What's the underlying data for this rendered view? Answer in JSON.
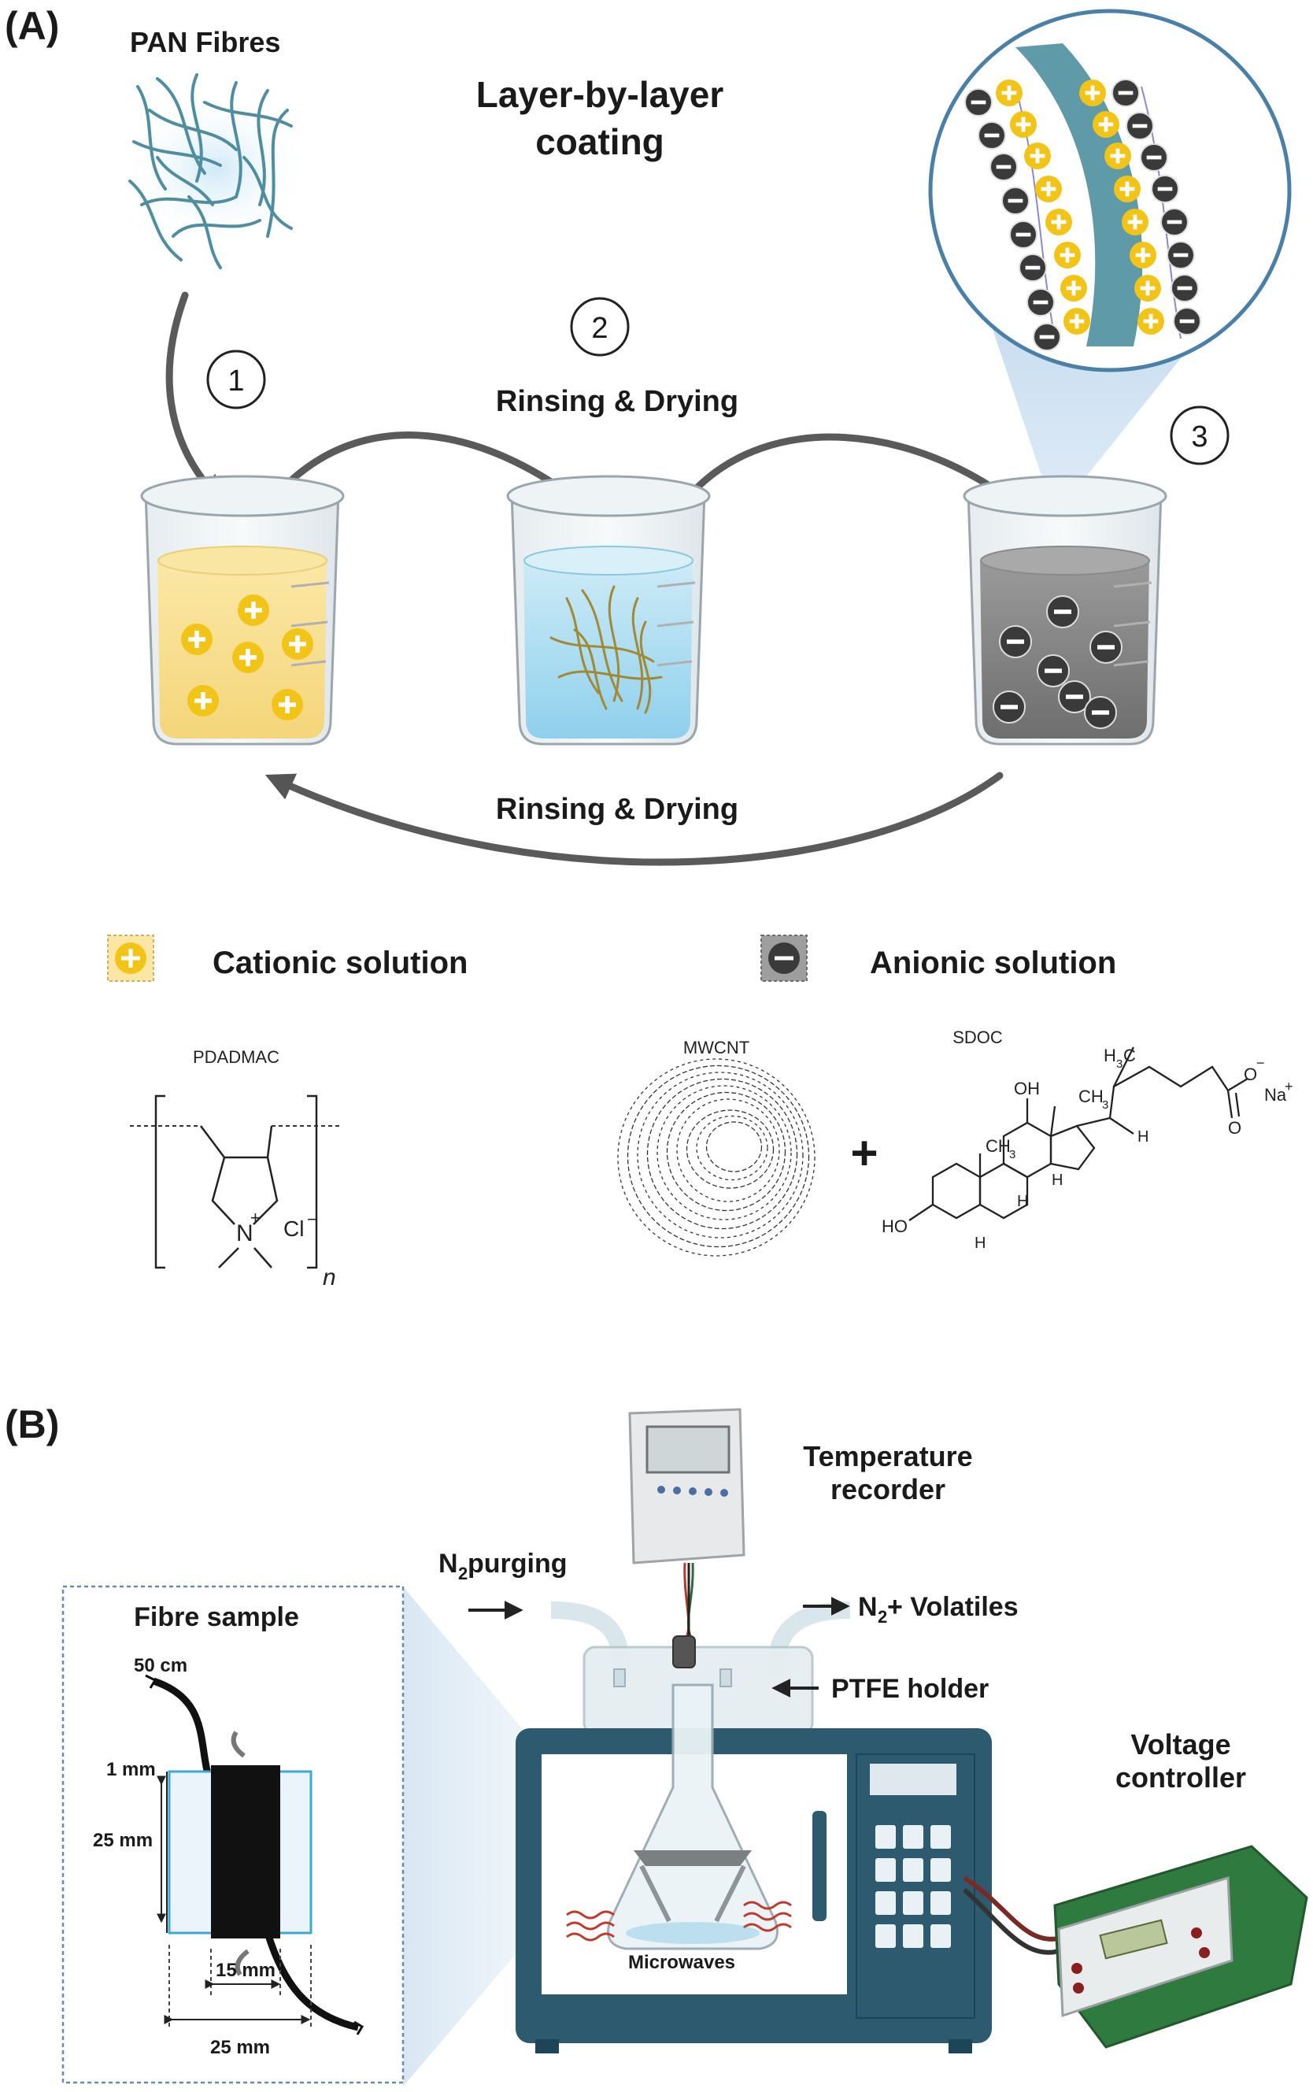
{
  "panel_a": {
    "tag": "(A)",
    "fibres_label": "PAN Fibres",
    "title_line1": "Layer-by-layer",
    "title_line2": "coating",
    "step1": "1",
    "step2": "2",
    "step3": "3",
    "rinse_top": "Rinsing & Drying",
    "rinse_bottom": "Rinsing & Drying",
    "legend_cationic": "Cationic solution",
    "legend_anionic": "Anionic solution",
    "cationic_colour": "#f2c418",
    "anionic_colour": "#3a3a3a",
    "pdadmac": {
      "name": "PDADMAC",
      "n_plus": "N",
      "charge": "+",
      "counter": "Cl",
      "counter_charge": "−",
      "n": "n"
    },
    "mwcnt": "MWCNT",
    "plus": "+",
    "sdoc": {
      "name": "SDOC",
      "h3c": "H",
      "h3c_sub": "3",
      "h3c_c": "C",
      "oh_top": "OH",
      "ch3_a": "CH",
      "ch3_a_sub": "3",
      "ch3_b": "CH",
      "ch3_b_sub": "3",
      "o_minus": "O",
      "o_minus_charge": "−",
      "o_eq": "O",
      "na": "Na",
      "na_charge": "+",
      "h1": "H",
      "h2": "H",
      "h3": "H",
      "h4": "H",
      "ho": "HO"
    }
  },
  "panel_b": {
    "tag": "(B)",
    "temp_line1": "Temperature",
    "temp_line2": "recorder",
    "n2_purging": "N",
    "n2_purging_sub": "2",
    "n2_purging_rest": " purging",
    "n2_out": "N",
    "n2_out_sub": "2",
    "n2_out_rest": " + Volatiles",
    "ptfe": "PTFE holder",
    "voltage_line1": "Voltage",
    "voltage_line2": "controller",
    "microwaves": "Microwaves",
    "fibre_sample": "Fibre sample",
    "dim_50": "50 cm",
    "dim_1": "1 mm",
    "dim_25v": "25 mm",
    "dim_15": "15 mm",
    "dim_25h": "25 mm",
    "microwave_colour": "#2e5a70",
    "controller_colour": "#2f7a3e"
  }
}
